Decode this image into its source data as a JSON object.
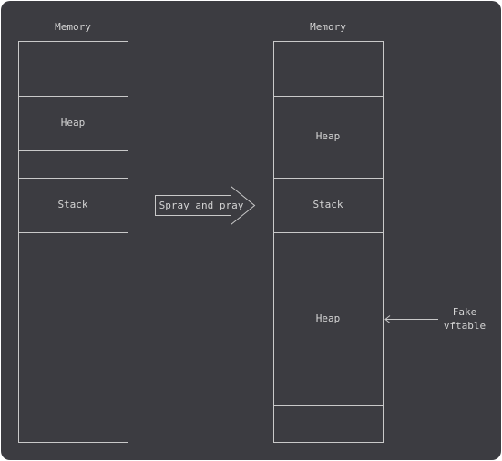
{
  "left_column": {
    "title": "Memory",
    "segments": [
      "Heap",
      "Stack"
    ]
  },
  "transition": {
    "label": "Spray and pray"
  },
  "right_column": {
    "title": "Memory",
    "segments": [
      "Heap",
      "Stack",
      "Heap"
    ]
  },
  "annotation": {
    "line1": "Fake",
    "line2": "vftable"
  },
  "colors": {
    "background": "#3c3c41",
    "stroke": "#c9c9c9",
    "text": "#d4d4d4"
  }
}
